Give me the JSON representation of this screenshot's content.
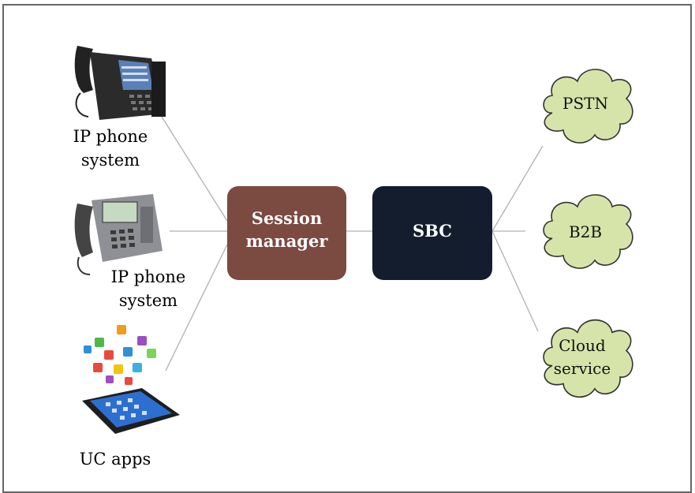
{
  "endpoints": [
    {
      "label_line1": "IP phone",
      "label_line2": "system",
      "icon": "desk-phone-icon"
    },
    {
      "label_line1": "IP phone",
      "label_line2": "system",
      "icon": "desk-phone-icon"
    },
    {
      "label": "UC apps",
      "icon": "tablet-apps-icon"
    }
  ],
  "session_manager": {
    "line1": "Session",
    "line2": "manager",
    "color": "#7b4a41"
  },
  "sbc": {
    "label": "SBC",
    "color": "#131d2e"
  },
  "clouds": [
    {
      "line1": "PSTN",
      "line2": ""
    },
    {
      "line1": "B2B",
      "line2": ""
    },
    {
      "line1": "Cloud",
      "line2": "service"
    }
  ],
  "colors": {
    "cloud_fill": "#d7e4a9",
    "cloud_stroke": "#333333",
    "connector": "#b0b0b0"
  }
}
